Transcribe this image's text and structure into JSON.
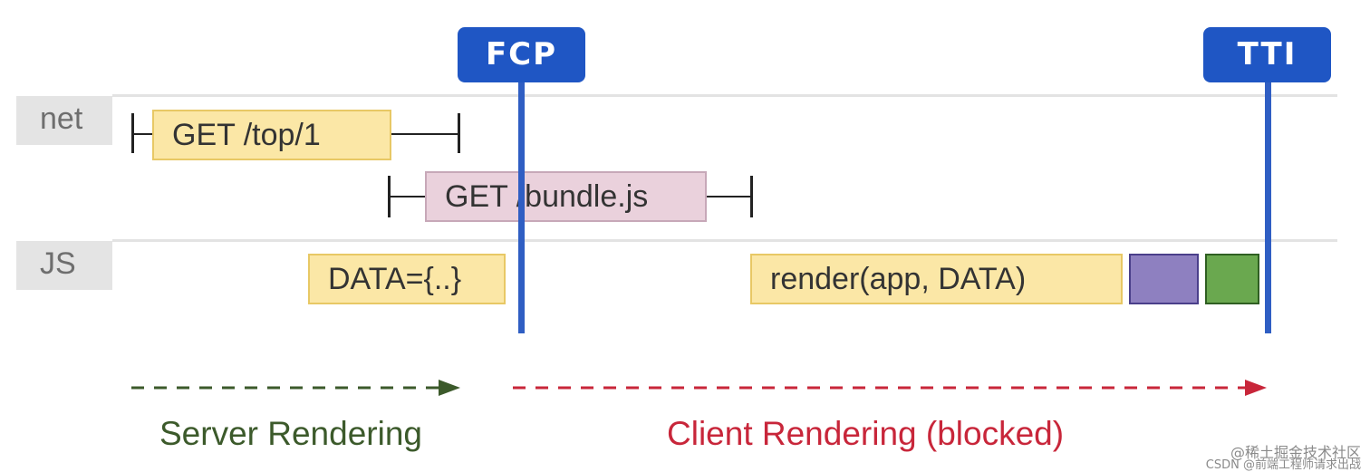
{
  "lanes": {
    "net_label": "net",
    "js_label": "JS"
  },
  "markers": {
    "fcp": "FCP",
    "tti": "TTI"
  },
  "net_requests": [
    {
      "label": "GET /top/1"
    },
    {
      "label": "GET /bundle.js"
    }
  ],
  "js_tasks": [
    {
      "label": "DATA={..}"
    },
    {
      "label": "render(app, DATA)"
    }
  ],
  "phases": {
    "server_label": "Server Rendering",
    "client_label": "Client Rendering (blocked)"
  },
  "colors": {
    "marker_blue": "#1f56c4",
    "net_yellow": "#fbe7a6",
    "net_pink": "#ead1dc",
    "task_purple": "#8e80c0",
    "task_green": "#6aa84f",
    "server_green": "#3c5a2b",
    "client_red": "#c8263a"
  },
  "watermark": {
    "line1": "@稀土掘金技术社区",
    "line2": "CSDN @前端工程师请求出战"
  }
}
